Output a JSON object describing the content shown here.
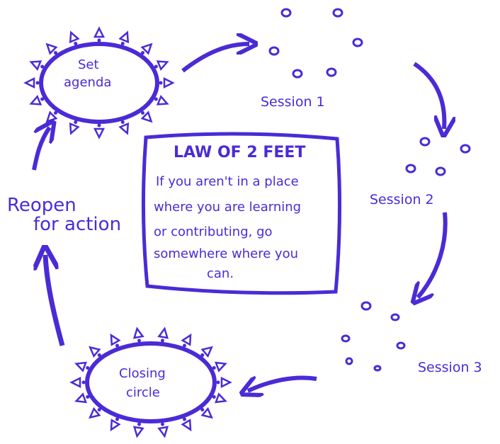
{
  "colors": {
    "ink": "#4a2bd6",
    "background": "#ffffff"
  },
  "opening_circle": {
    "label_line1": "Set",
    "label_line2": "agenda"
  },
  "sessions": [
    {
      "label": "Session 1"
    },
    {
      "label": "Session 2"
    },
    {
      "label": "Session 3"
    }
  ],
  "closing_circle": {
    "label_line1": "Closing",
    "label_line2": "circle"
  },
  "reopen": {
    "line1": "Reopen",
    "line2": "for action"
  },
  "law_box": {
    "title": "LAW OF 2 FEET",
    "lines": [
      "If you aren't in a place",
      "where you are learning",
      "or contributing, go",
      "somewhere where you",
      "can."
    ]
  }
}
